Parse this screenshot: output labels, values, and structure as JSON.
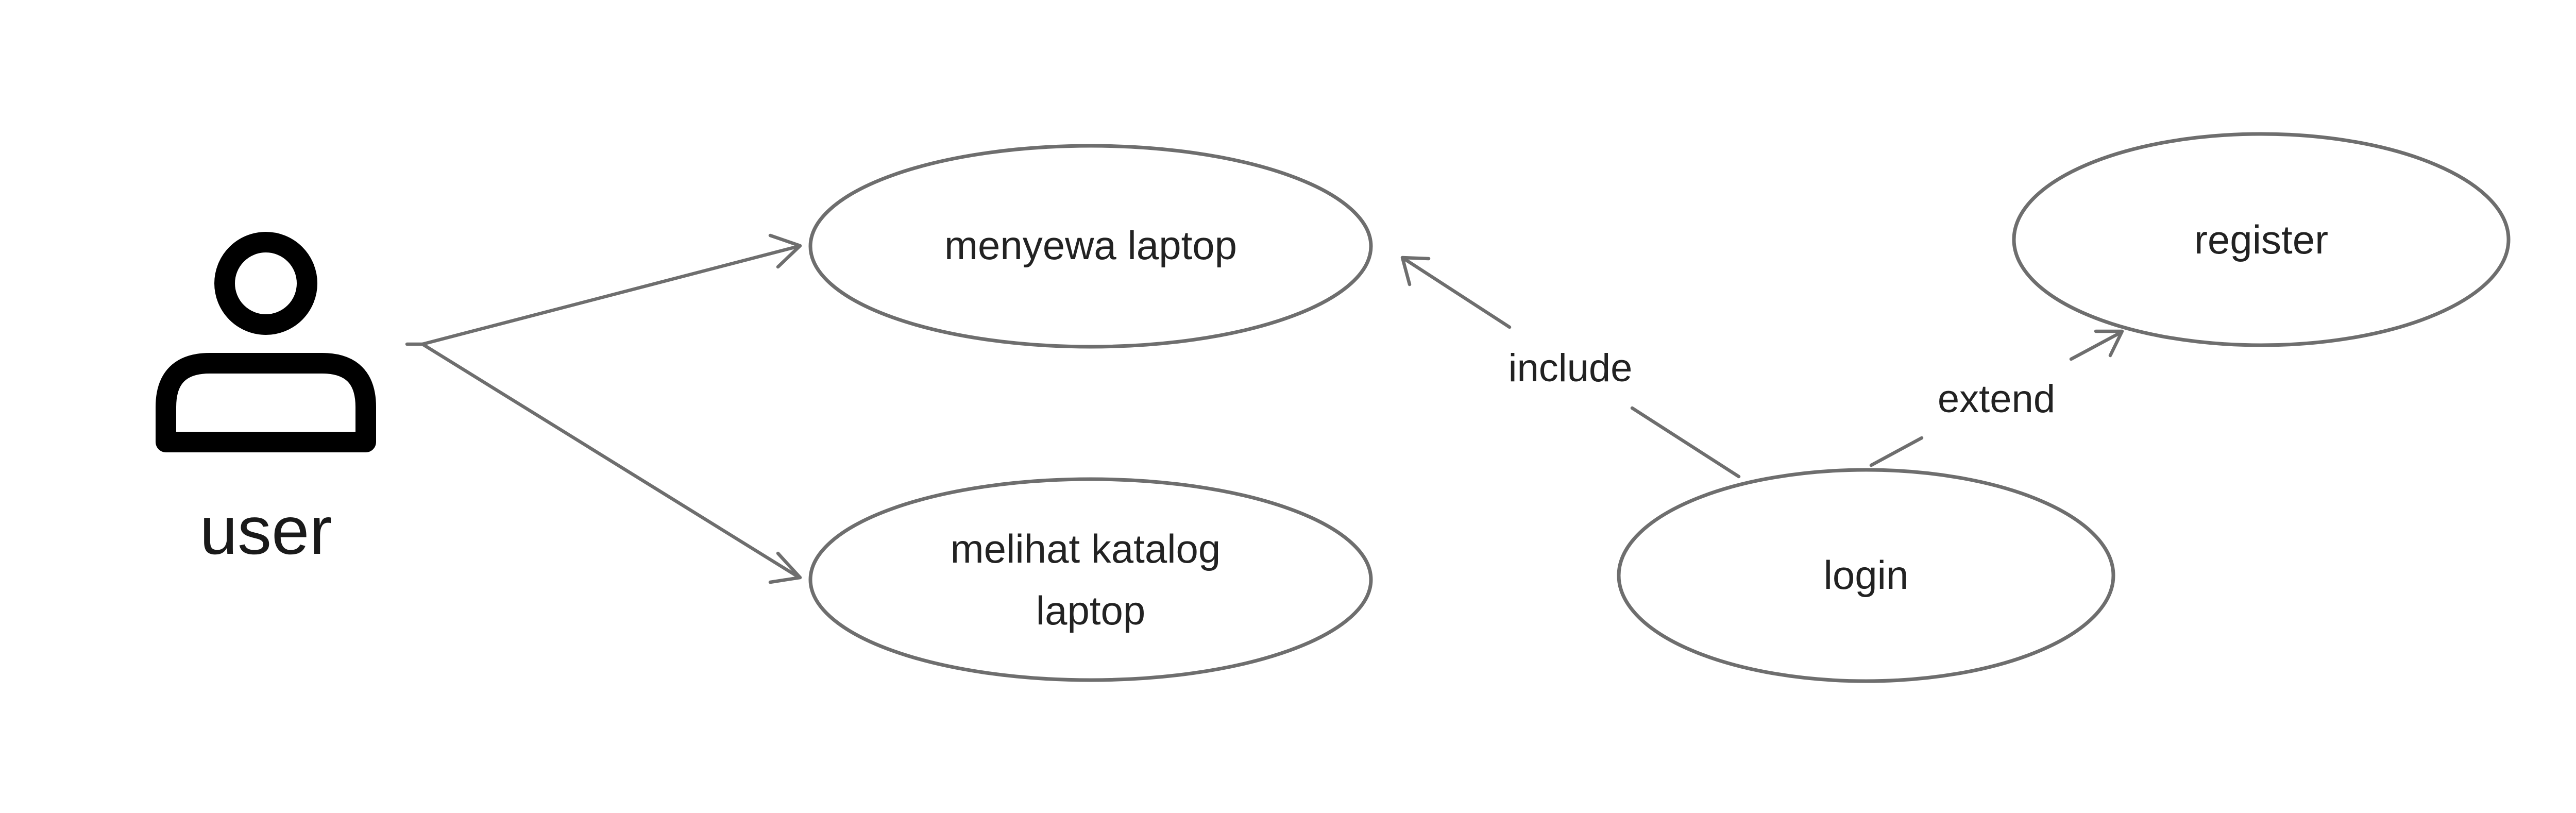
{
  "actor": {
    "label": "user",
    "icon": "person-icon",
    "icon_color": "#000000"
  },
  "use_cases": {
    "menyewa_laptop": {
      "lines": [
        "menyewa laptop"
      ]
    },
    "melihat_katalog": {
      "lines": [
        "melihat katalog",
        "laptop"
      ]
    },
    "login": {
      "lines": [
        "login"
      ]
    },
    "register": {
      "lines": [
        "register"
      ]
    }
  },
  "relations": {
    "include": "include",
    "extend": "extend"
  },
  "colors": {
    "background": "#ffffff",
    "line": "#6e6e6e",
    "text": "#222222"
  }
}
